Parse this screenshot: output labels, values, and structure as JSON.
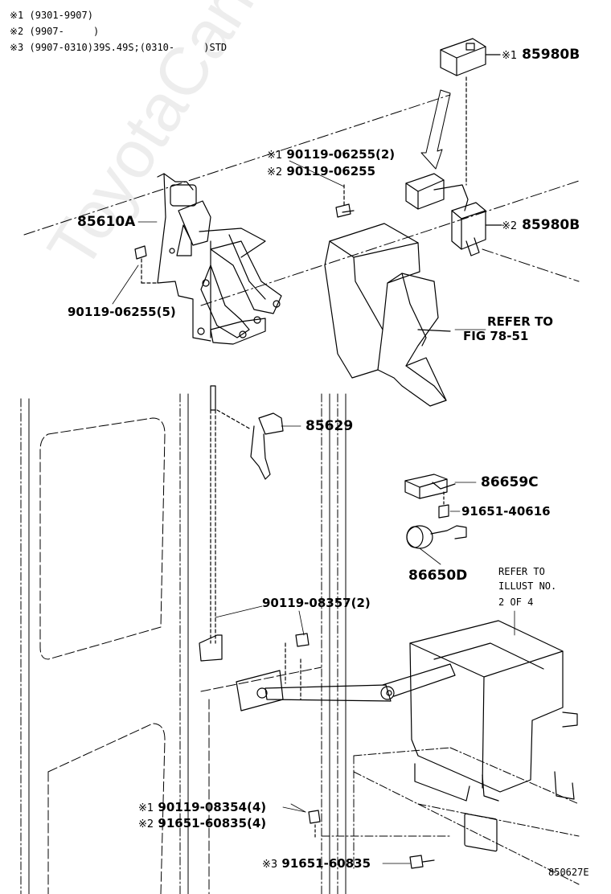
{
  "notes": [
    "※1 (9301-9907)",
    "※2 (9907-     )",
    "※3 (9907-0310)39S.49S;(0310-     )STD"
  ],
  "labels": {
    "p85980b_1_mark": "※1",
    "p85980b_1": "85980B",
    "p85980b_2_mark": "※2",
    "p85980b_2": "85980B",
    "bolt_06255_1_mark": "※1",
    "bolt_06255_1": "90119-06255(2)",
    "bolt_06255_2_mark": "※2",
    "bolt_06255_2": "90119-06255",
    "p85610a": "85610A",
    "bolt_06255_5": "90119-06255(5)",
    "refer_fig_1": "REFER TO",
    "refer_fig_2": "FIG 78-51",
    "p85629": "85629",
    "p86659c": "86659C",
    "bolt_40616": "91651-40616",
    "p86650d": "86650D",
    "refer_illust_1": "REFER TO",
    "refer_illust_2": "ILLUST NO.",
    "refer_illust_3": "2 OF 4",
    "bolt_08357": "90119-08357(2)",
    "bolt_08354_mark": "※1",
    "bolt_08354": "90119-08354(4)",
    "bolt_60835_4_mark": "※2",
    "bolt_60835_4": "91651-60835(4)",
    "bolt_60835_mark": "※3",
    "bolt_60835": "91651-60835",
    "figure_id": "850627E"
  },
  "watermark": "ToyotaCarMine.ru"
}
